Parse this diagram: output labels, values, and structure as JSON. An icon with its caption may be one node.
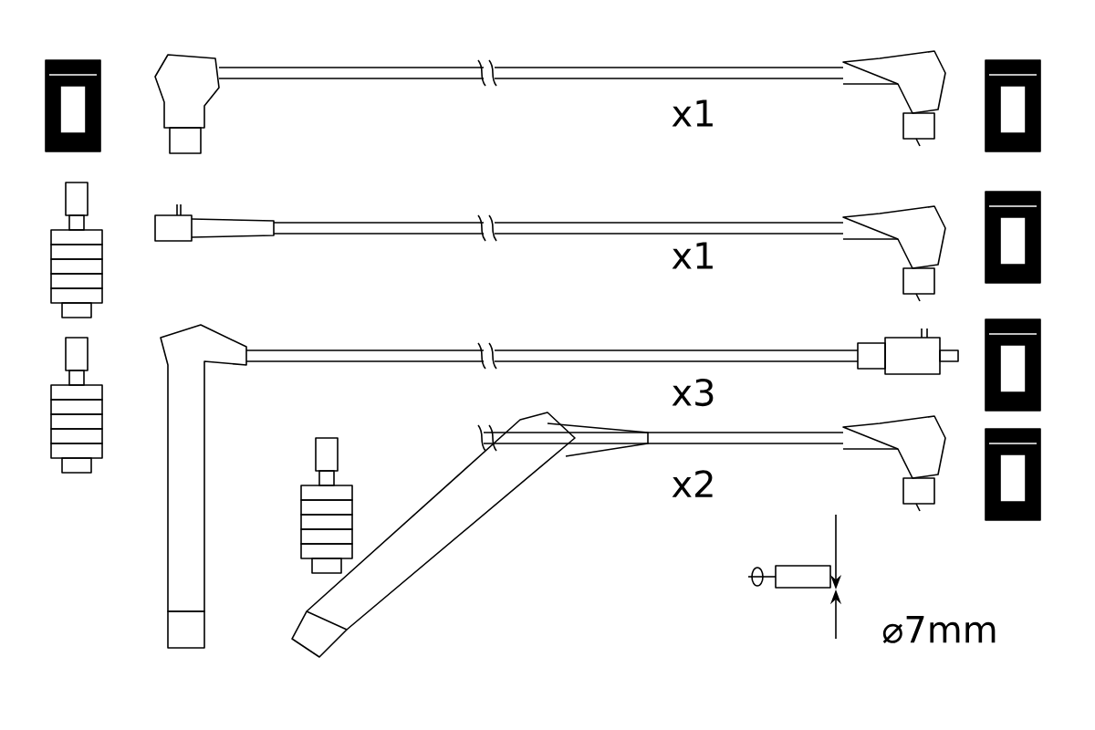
{
  "diagram": {
    "labels": [
      "x1",
      "x1",
      "x3",
      "x2",
      "⌀7mm"
    ]
  }
}
